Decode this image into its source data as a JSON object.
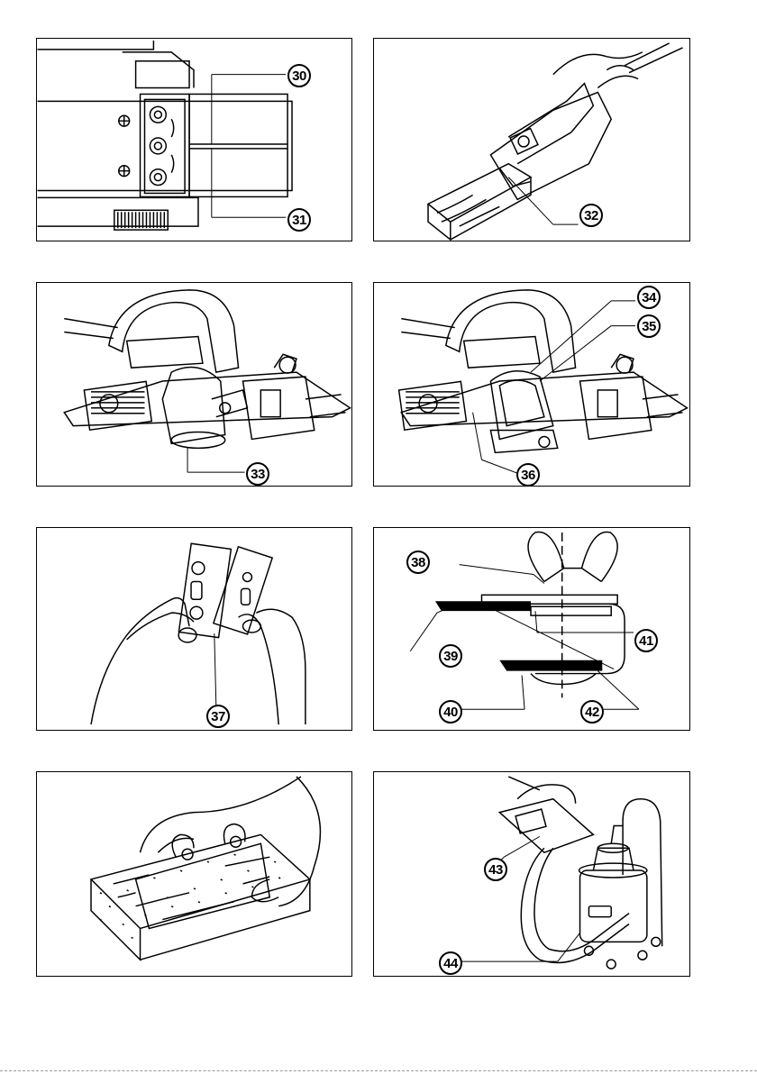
{
  "figures": [
    {
      "id": "fig-30-31",
      "callouts": [
        "30",
        "31"
      ]
    },
    {
      "id": "fig-32",
      "callouts": [
        "32"
      ]
    },
    {
      "id": "fig-33",
      "callouts": [
        "33"
      ]
    },
    {
      "id": "fig-34-36",
      "callouts": [
        "34",
        "35",
        "36"
      ]
    },
    {
      "id": "fig-37",
      "callouts": [
        "37"
      ]
    },
    {
      "id": "fig-38-42",
      "callouts": [
        "38",
        "39",
        "40",
        "41",
        "42"
      ]
    },
    {
      "id": "fig-sharpening",
      "callouts": []
    },
    {
      "id": "fig-43-44",
      "callouts": [
        "43",
        "44"
      ]
    }
  ]
}
